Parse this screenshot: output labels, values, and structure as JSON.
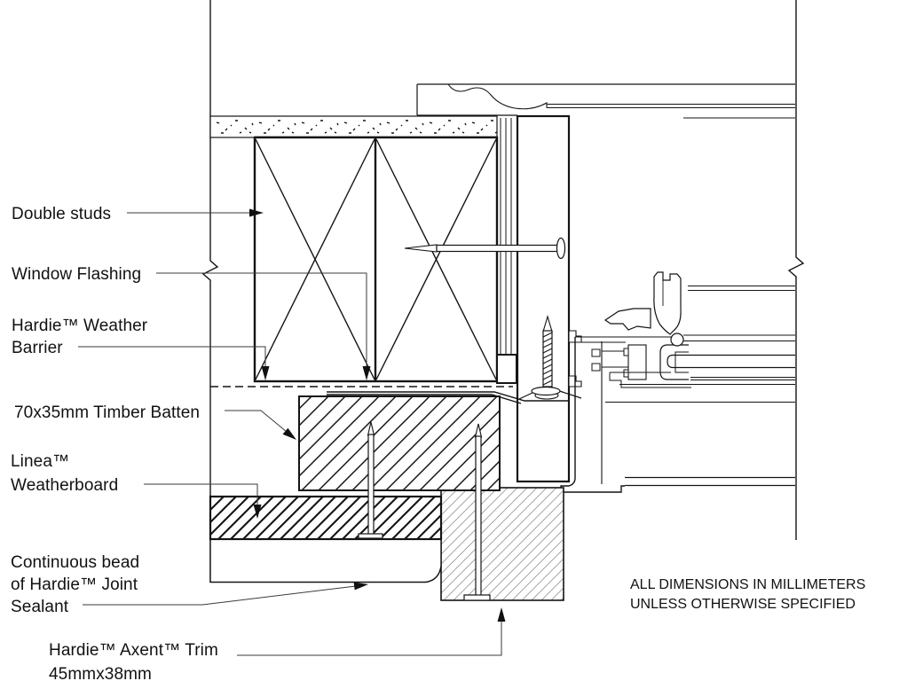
{
  "drawing": {
    "kind": "window-jamb-construction-detail",
    "colors": {
      "background": "#ffffff",
      "line": "#141414",
      "leader": "#3a3a3a",
      "light_hatch": "#9b9b9b"
    }
  },
  "labels": {
    "double_studs": {
      "lines": [
        "Double studs"
      ]
    },
    "window_flashing": {
      "lines": [
        "Window Flashing"
      ]
    },
    "weather_barrier": {
      "lines": [
        "Hardie™ Weather",
        "Barrier"
      ]
    },
    "timber_batten": {
      "lines": [
        "70x35mm Timber Batten"
      ]
    },
    "linea_weatherboard": {
      "lines": [
        "Linea™",
        "Weatherboard"
      ]
    },
    "joint_sealant": {
      "lines": [
        "Continuous bead",
        "of Hardie™ Joint",
        "Sealant"
      ]
    },
    "axent_trim": {
      "lines": [
        "Hardie™ Axent™ Trim",
        "45mmx38mm"
      ]
    },
    "dimension_note": {
      "lines": [
        "ALL DIMENSIONS IN MILLIMETERS",
        "UNLESS OTHERWISE SPECIFIED"
      ]
    }
  }
}
